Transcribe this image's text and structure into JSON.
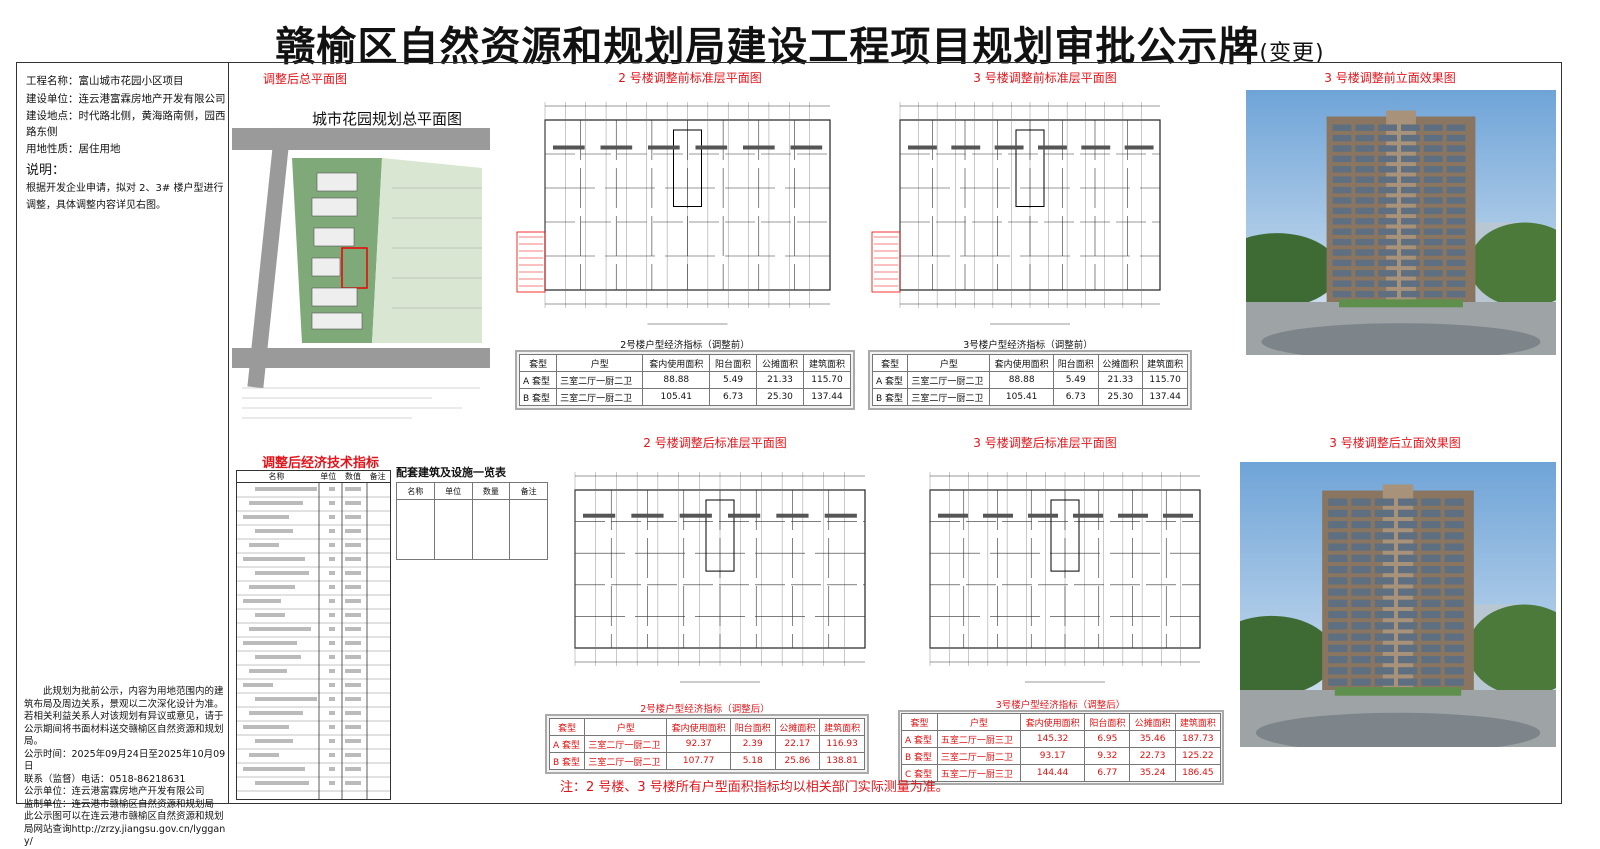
{
  "title": {
    "main": "赣榆区自然资源和规划局建设工程项目规划审批公示牌",
    "suffix": "(变更)"
  },
  "project": {
    "name": "工程名称：富山城市花园小区项目",
    "builder": "建设单位：连云港富霖房地产开发有限公司",
    "location": "建设地点：时代路北侧，黄海路南侧，园西路东侧",
    "land_use": "用地性质：居住用地",
    "desc_label": "说明：",
    "desc": "根据开发企业申请，拟对 2、3# 楼户型进行调整，具体调整内容详见右图。"
  },
  "notice": {
    "text": "此规划为批前公示，内容为用地范围内的建筑布局及周边关系，景观以二次深化设计为准。若相关利益关系人对该规划有异议或意见，请于公示期间将书面材料送交赣榆区自然资源和规划局。",
    "period": "公示时间：2025年09月24日至2025年10月09日",
    "contact": "联系（监督）电话：0518-86218631",
    "publisher": "公示单位：连云港富霖房地产开发有限公司",
    "supervisor": "监制单位：连云港市赣榆区自然资源和规划局",
    "online": "此公示图可以在连云港市赣榆区自然资源和规划局网站查询http://zrzy.jiangsu.gov.cn/lyggany/"
  },
  "site_plan": {
    "label": "调整后总平面图",
    "inner_title": "城市花园规划总平面图"
  },
  "econ": {
    "label": "调整后经济技术指标",
    "headers": [
      "名称",
      "单位",
      "数值",
      "备注"
    ]
  },
  "facilities": {
    "label": "配套建筑及设施一览表",
    "headers": [
      "名称",
      "单位",
      "数量",
      "备注"
    ]
  },
  "plans": [
    {
      "label": "2 号楼调整前标准层平面图",
      "table_title": "2号楼户型经济指标（调整前）"
    },
    {
      "label": "3 号楼调整前标准层平面图",
      "table_title": "3号楼户型经济指标（调整前）"
    },
    {
      "label": "2 号楼调整后标准层平面图",
      "table_title": "2号楼户型经济指标（调整后）"
    },
    {
      "label": "3 号楼调整后标准层平面图",
      "table_title": "3号楼户型经济指标（调整后）"
    }
  ],
  "renders": {
    "before": "3 号楼调整前立面效果图",
    "after": "3 号楼调整后立面效果图"
  },
  "table_headers": [
    "套型",
    "户型",
    "套内使用面积",
    "阳台面积",
    "公摊面积",
    "建筑面积"
  ],
  "tables": {
    "b2_before": [
      [
        "A 套型",
        "三室二厅一厨二卫",
        "88.88",
        "5.49",
        "21.33",
        "115.70"
      ],
      [
        "B 套型",
        "三室二厅一厨二卫",
        "105.41",
        "6.73",
        "25.30",
        "137.44"
      ]
    ],
    "b3_before": [
      [
        "A 套型",
        "三室二厅一厨二卫",
        "88.88",
        "5.49",
        "21.33",
        "115.70"
      ],
      [
        "B 套型",
        "三室二厅一厨二卫",
        "105.41",
        "6.73",
        "25.30",
        "137.44"
      ]
    ],
    "b2_after": [
      [
        "A 套型",
        "三室二厅一厨二卫",
        "92.37",
        "2.39",
        "22.17",
        "116.93"
      ],
      [
        "B 套型",
        "三室二厅一厨二卫",
        "107.77",
        "5.18",
        "25.86",
        "138.81"
      ]
    ],
    "b3_after": [
      [
        "A 套型",
        "五室二厅一厨三卫",
        "145.32",
        "6.95",
        "35.46",
        "187.73"
      ],
      [
        "B 套型",
        "三室二厅一厨二卫",
        "93.17",
        "9.32",
        "22.73",
        "125.22"
      ],
      [
        "C 套型",
        "五室二厅一厨三卫",
        "144.44",
        "6.77",
        "35.24",
        "186.45"
      ]
    ]
  },
  "footnote": "注：2 号楼、3 号楼所有户型面积指标均以相关部门实际测量为准。",
  "colors": {
    "accent": "#e0151b"
  }
}
